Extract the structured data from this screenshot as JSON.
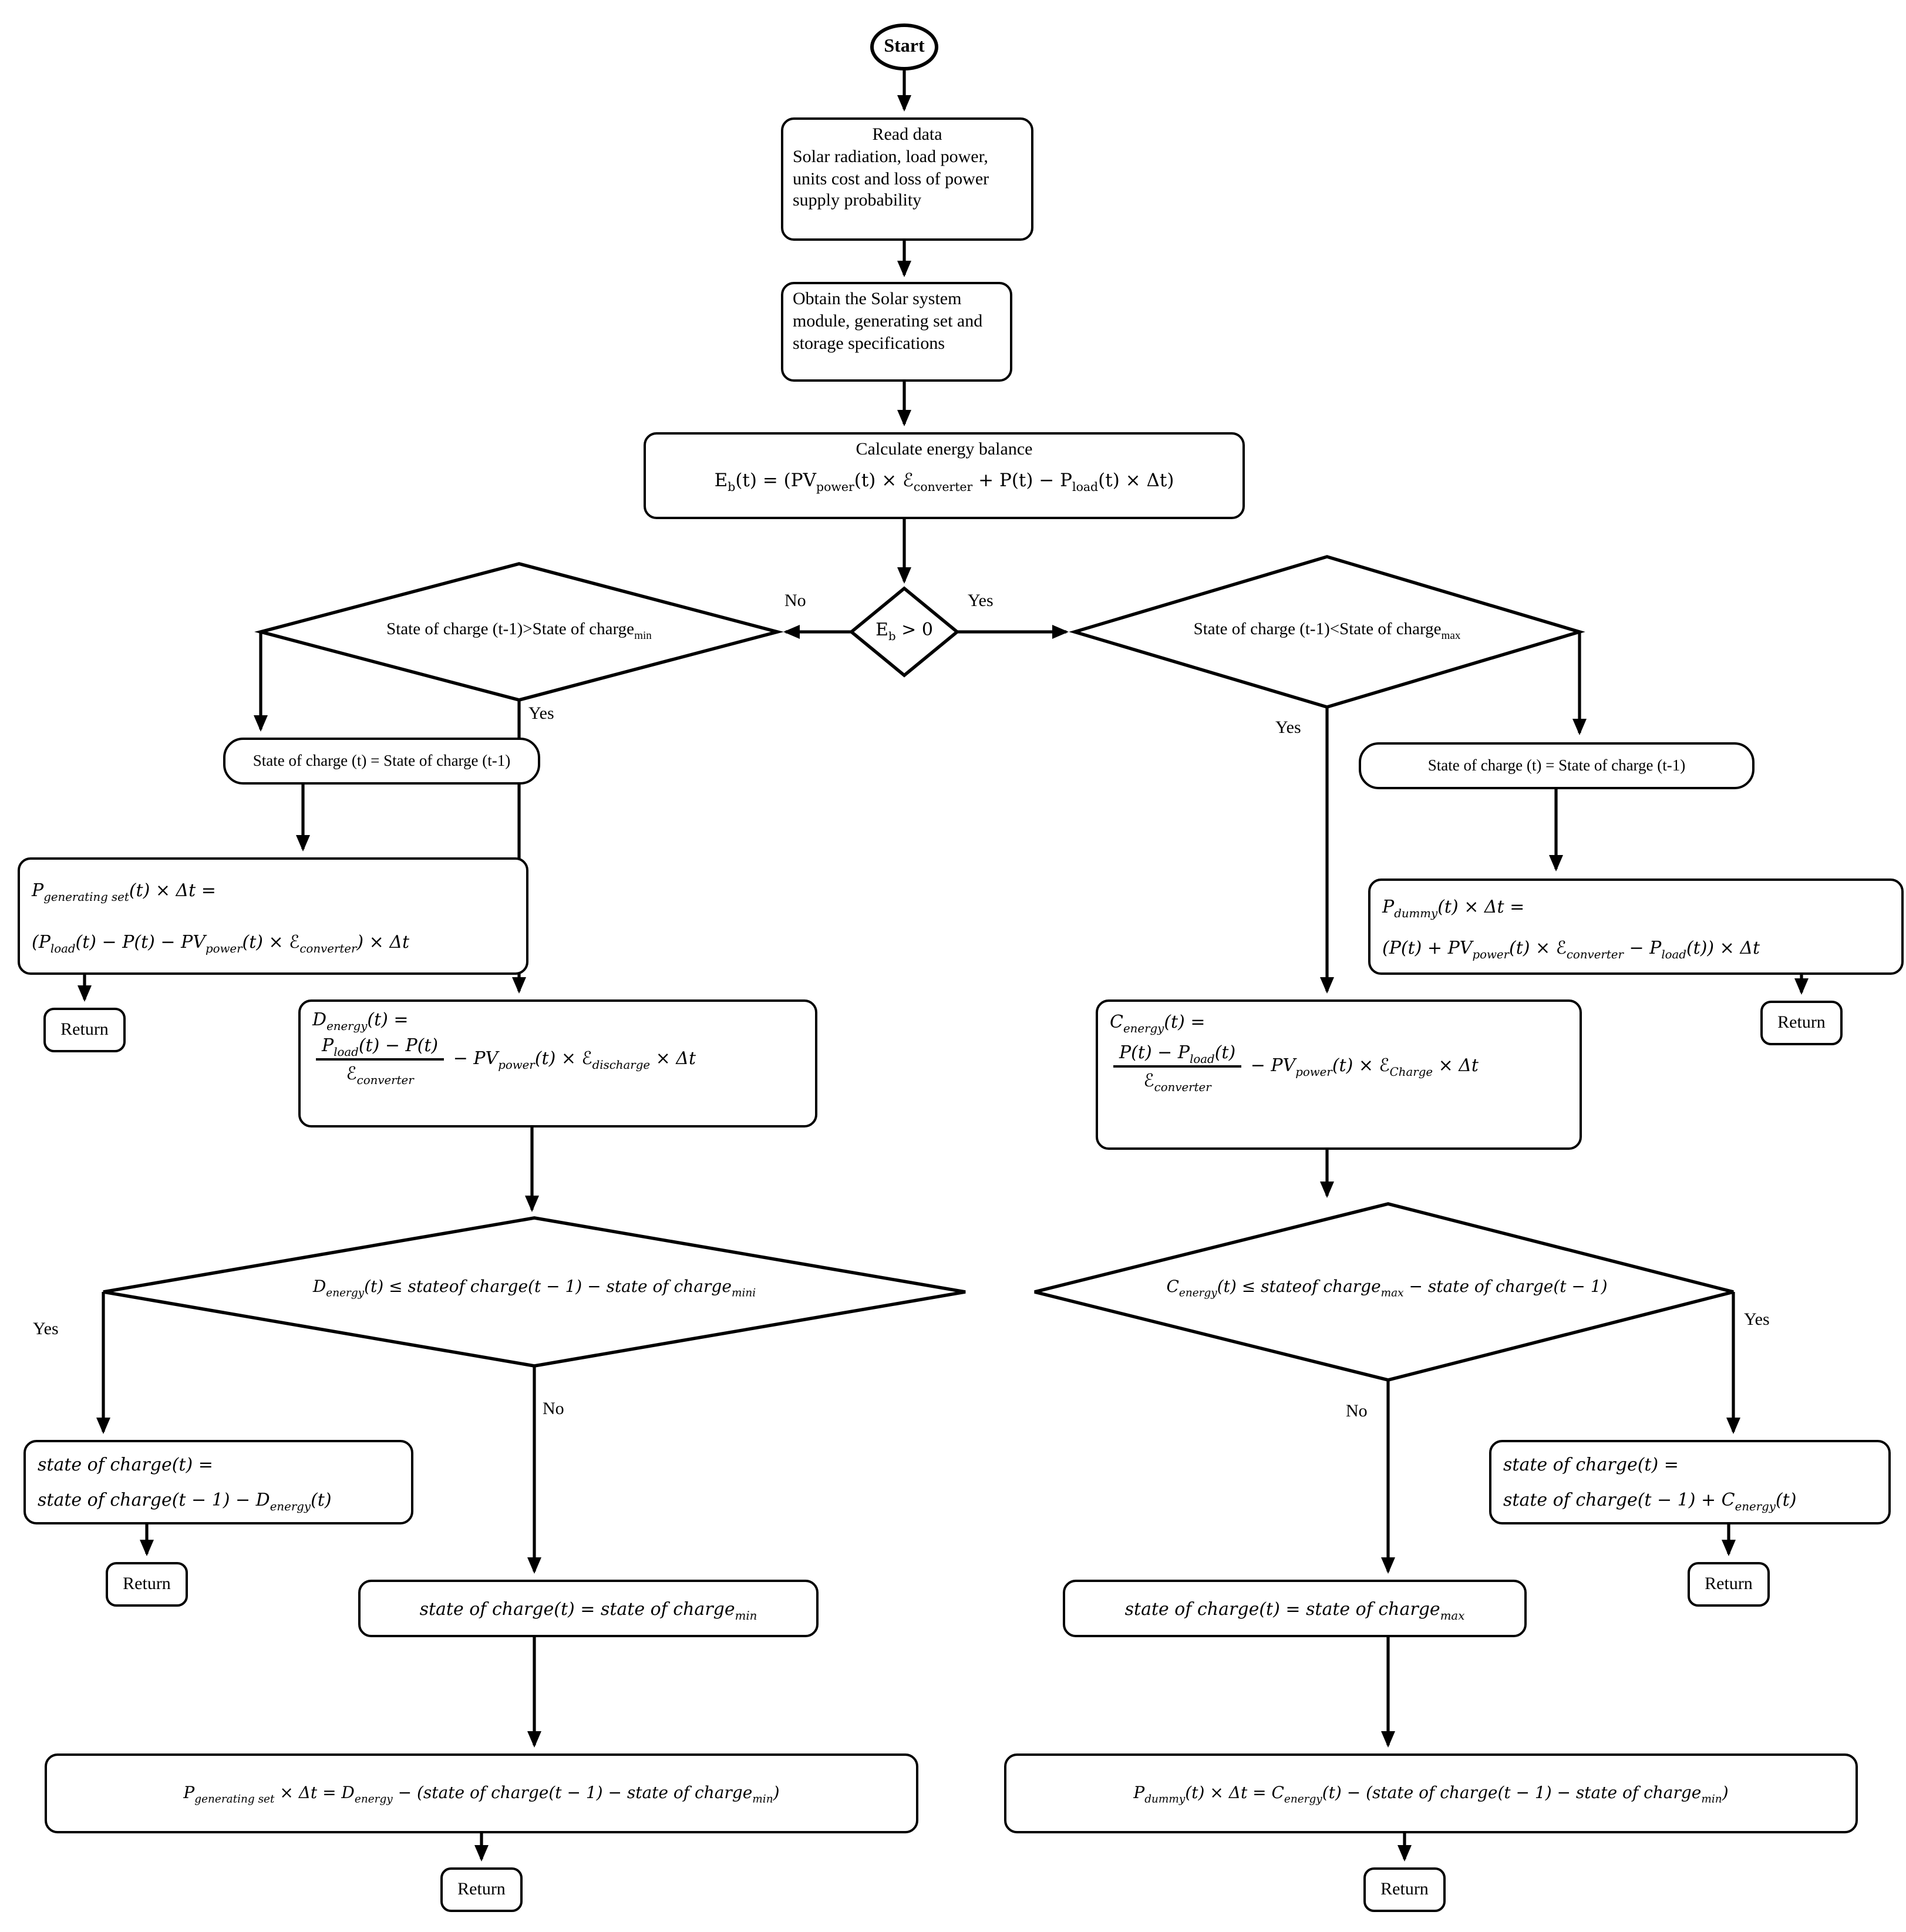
{
  "edge_labels": {
    "yes": "Yes",
    "no": "No"
  },
  "return_label": "Return",
  "colors": {
    "ink": "#000000",
    "background": "#ffffff"
  },
  "nodes": {
    "start": "Start",
    "read_data": {
      "title": "Read data",
      "body": "Solar radiation, load power, units cost and loss of power supply probability"
    },
    "obtain_specs": "Obtain the Solar system module, generating set and storage specifications",
    "energy_balance": {
      "title": "Calculate energy balance",
      "formula": [
        "E",
        {
          "s": "b"
        },
        "(t) = (PV",
        {
          "s": "power"
        },
        "(t) × ℰ",
        {
          "s": "converter"
        },
        " + P(t) − P",
        {
          "s": "load"
        },
        "(t) × Δt)"
      ]
    },
    "eb_positive": [
      "E",
      {
        "s": "b"
      },
      " > 0"
    ],
    "soc_above_min": [
      "State of charge (t-1)>State of charge",
      {
        "s": "min"
      }
    ],
    "soc_below_max": [
      "State of charge (t-1)<State of charge",
      {
        "s": "max"
      }
    ],
    "soc_keep_left": "State of charge (t) = State of charge (t-1)",
    "soc_keep_right": "State of charge (t) = State of charge (t-1)",
    "p_generating_set": {
      "line1": [
        "P",
        {
          "s": "generating set"
        },
        "(t) × Δt ="
      ],
      "line2": [
        "(P",
        {
          "s": "load"
        },
        "(t) − P(t) − PV",
        {
          "s": "power"
        },
        "(t) × ℰ",
        {
          "s": "converter"
        },
        ") × Δt"
      ]
    },
    "p_dummy": {
      "line1": [
        "P",
        {
          "s": "dummy"
        },
        "(t) × Δt ="
      ],
      "line2": [
        "(P(t) + PV",
        {
          "s": "power"
        },
        "(t) × ℰ",
        {
          "s": "converter"
        },
        " − P",
        {
          "s": "load"
        },
        "(t)) × Δt"
      ]
    },
    "d_energy": {
      "line1": [
        "D",
        {
          "s": "energy"
        },
        "(t) ="
      ],
      "line2": [
        {
          "frac": {
            "num": [
              "P",
              {
                "s": "load"
              },
              "(t) − P(t)"
            ],
            "den": [
              "ℰ",
              {
                "s": "converter"
              }
            ]
          }
        },
        " − PV",
        {
          "s": "power"
        },
        "(t) × ℰ",
        {
          "s": "discharge"
        },
        " × Δt"
      ]
    },
    "c_energy": {
      "line1": [
        "C",
        {
          "s": "energy"
        },
        "(t) ="
      ],
      "line2": [
        {
          "frac": {
            "num": [
              "P(t) − P",
              {
                "s": "load"
              },
              "(t)"
            ],
            "den": [
              "ℰ",
              {
                "s": "converter"
              }
            ]
          }
        },
        " − PV",
        {
          "s": "power"
        },
        "(t) × ℰ",
        {
          "s": "Charge"
        },
        " × Δt"
      ]
    },
    "d_check": [
      "D",
      {
        "s": "energy"
      },
      "(t) ≤ stateof charge(t − 1) − state of charge",
      {
        "s": "mini"
      }
    ],
    "c_check": [
      "C",
      {
        "s": "energy"
      },
      "(t) ≤ stateof charge",
      {
        "s": "max"
      },
      " − state of charge(t − 1)"
    ],
    "soc_discharge": {
      "line1": [
        "state of charge(t) ="
      ],
      "line2": [
        "state of charge(t − 1) − D",
        {
          "s": "energy"
        },
        "(t)"
      ]
    },
    "soc_charge": {
      "line1": [
        "state of charge(t) ="
      ],
      "line2": [
        "state of charge(t − 1) + C",
        {
          "s": "energy"
        },
        "(t)"
      ]
    },
    "soc_set_min": [
      "state of charge(t) = state of charge",
      {
        "s": "min"
      }
    ],
    "soc_set_max": [
      "state of charge(t) = state of charge",
      {
        "s": "max"
      }
    ],
    "p_generating_set2": [
      "P",
      {
        "s": "generating set"
      },
      " × Δt = D",
      {
        "s": "energy"
      },
      " − (state of charge(t − 1) − state of charge",
      {
        "s": "min"
      },
      ")"
    ],
    "p_dummy2": [
      "P",
      {
        "s": "dummy"
      },
      "(t) × Δt = C",
      {
        "s": "energy"
      },
      "(t) − (state of charge(t − 1) − state of charge",
      {
        "s": "min"
      },
      ")"
    ]
  }
}
